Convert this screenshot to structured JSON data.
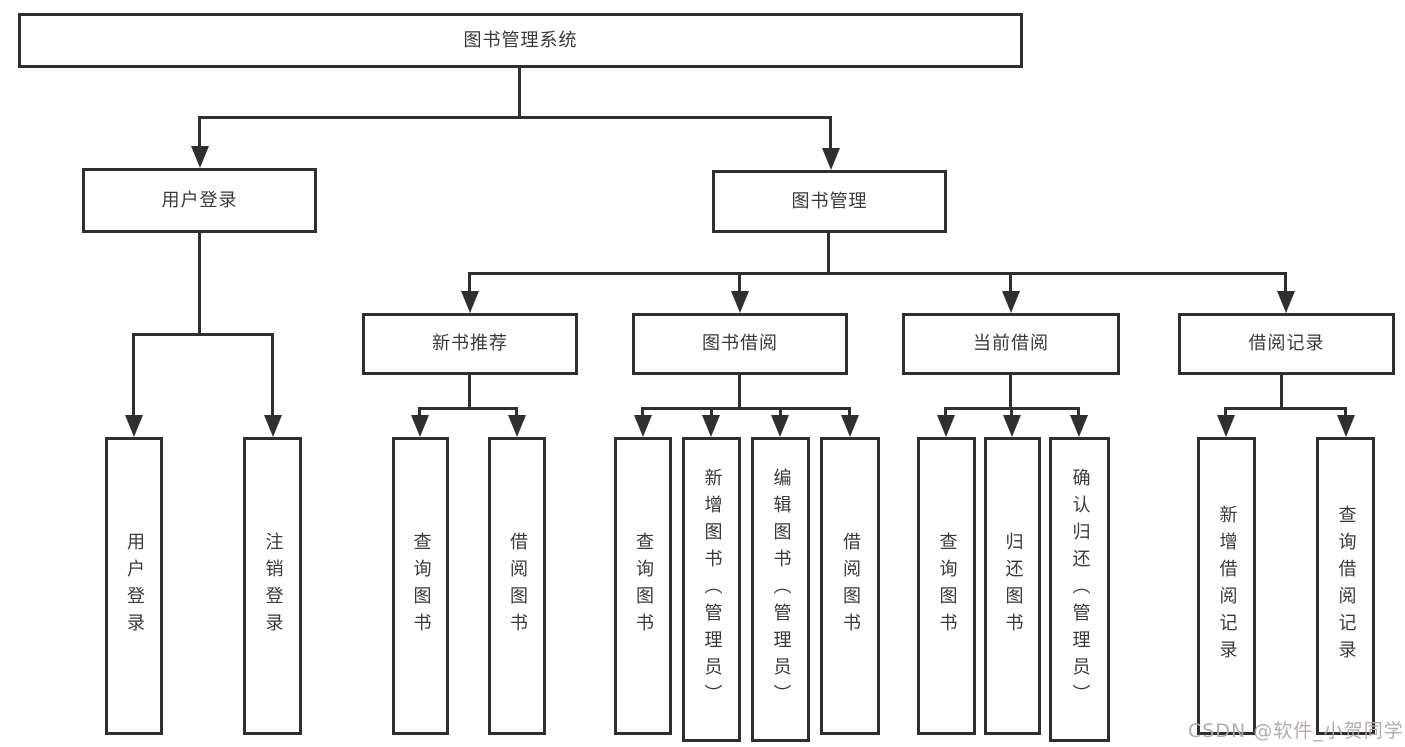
{
  "tree": {
    "label": "图书管理系统",
    "children": [
      {
        "label": "用户登录",
        "children": [
          {
            "label": "用户登录"
          },
          {
            "label": "注销登录"
          }
        ]
      },
      {
        "label": "图书管理",
        "children": [
          {
            "label": "新书推荐",
            "children": [
              {
                "label": "查询图书"
              },
              {
                "label": "借阅图书"
              }
            ]
          },
          {
            "label": "图书借阅",
            "children": [
              {
                "label": "查询图书"
              },
              {
                "label": "新增图书（管理员）"
              },
              {
                "label": "编辑图书（管理员）"
              },
              {
                "label": "借阅图书"
              }
            ]
          },
          {
            "label": "当前借阅",
            "children": [
              {
                "label": "查询图书"
              },
              {
                "label": "归还图书"
              },
              {
                "label": "确认归还（管理员）"
              }
            ]
          },
          {
            "label": "借阅记录",
            "children": [
              {
                "label": "新增借阅记录"
              },
              {
                "label": "查询借阅记录"
              }
            ]
          }
        ]
      }
    ]
  },
  "watermark": {
    "text": "CSDN @软件_小贺同学"
  },
  "colors": {
    "line": "#2f2f2f",
    "box_background": "#ffffff",
    "text": "#3a3a3a",
    "watermark": "#afa8a8"
  }
}
